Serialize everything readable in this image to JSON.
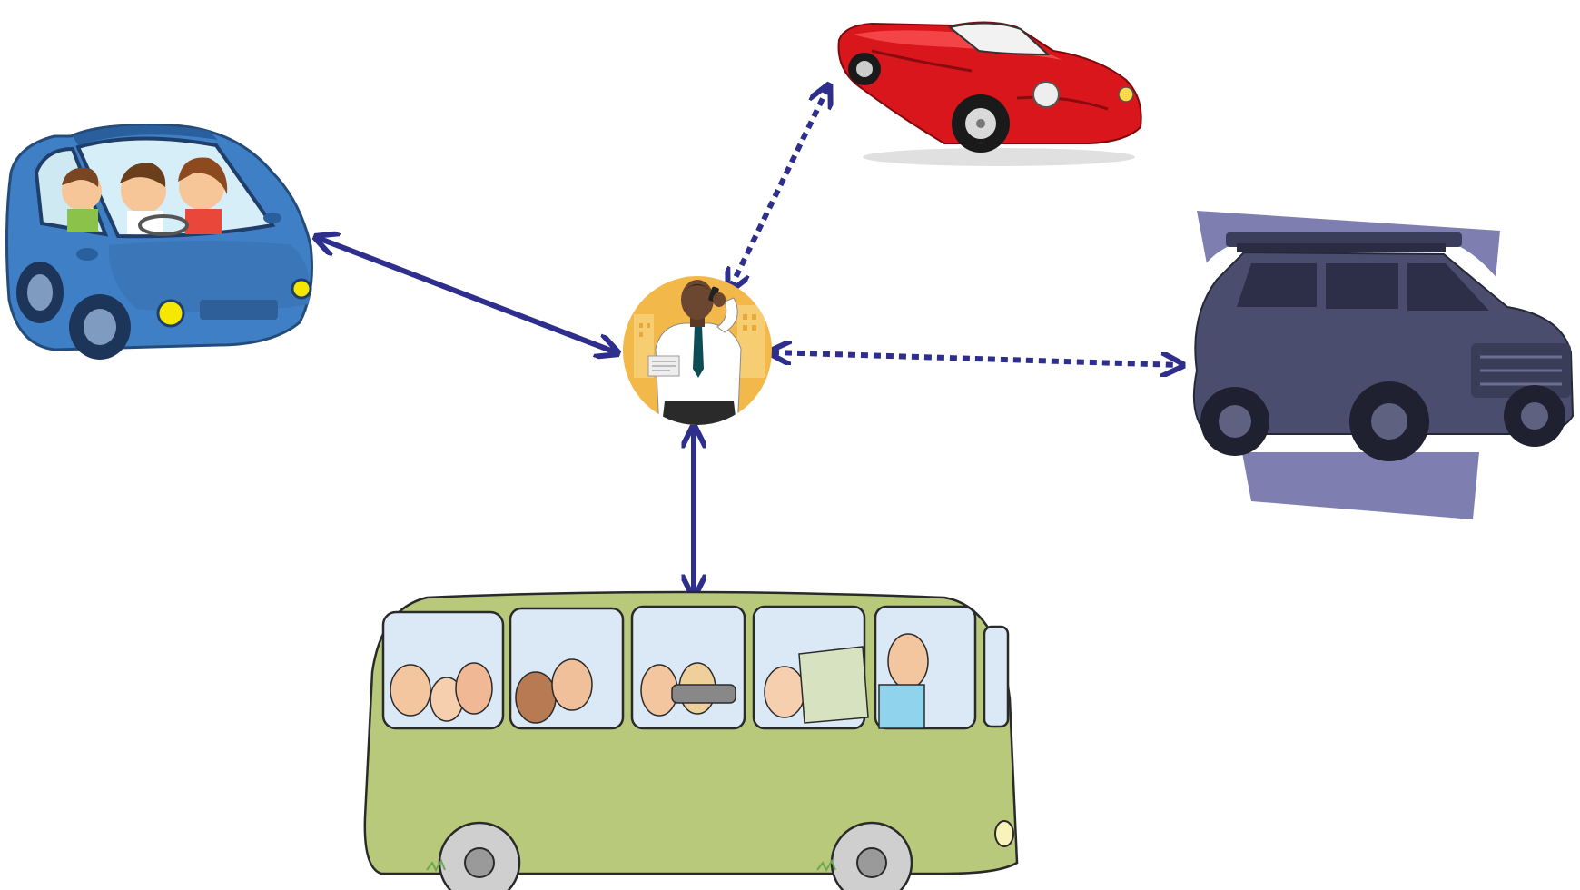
{
  "diagram": {
    "center": {
      "icon": "person-on-phone-icon"
    },
    "nodes": [
      {
        "id": "family-car",
        "icon": "family-car-icon",
        "color": "#3f7fc6"
      },
      {
        "id": "sports-car",
        "icon": "red-sports-car-icon",
        "color": "#d8161c"
      },
      {
        "id": "suv",
        "icon": "suv-icon",
        "color": "#4a4d6e"
      },
      {
        "id": "bus",
        "icon": "passenger-bus-icon",
        "color": "#b8c97c"
      }
    ],
    "edges": [
      {
        "from": "center",
        "to": "family-car",
        "style": "solid",
        "direction": "both"
      },
      {
        "from": "center",
        "to": "sports-car",
        "style": "dotted",
        "direction": "both"
      },
      {
        "from": "center",
        "to": "suv",
        "style": "dotted",
        "direction": "both"
      },
      {
        "from": "center",
        "to": "bus",
        "style": "solid",
        "direction": "both"
      }
    ],
    "colors": {
      "arrow": "#2e2f8c",
      "center_bg": "#f3b84a",
      "suv_panel": "#7e7fb0"
    }
  }
}
